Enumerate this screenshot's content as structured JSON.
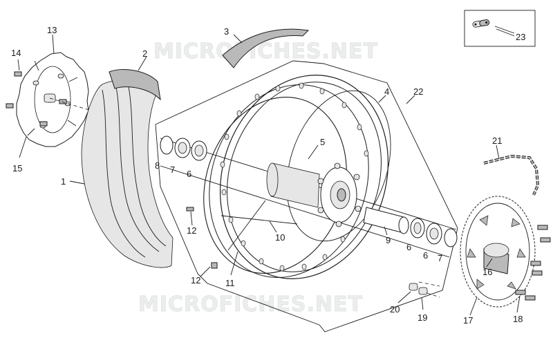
{
  "watermarks": [
    "MICROFICHES.NET",
    "MICROFICHES.NET"
  ],
  "callouts": [
    {
      "id": "c1",
      "text": "1"
    },
    {
      "id": "c2",
      "text": "2"
    },
    {
      "id": "c3",
      "text": "3"
    },
    {
      "id": "c4",
      "text": "4"
    },
    {
      "id": "c5",
      "text": "5"
    },
    {
      "id": "c6a",
      "text": "6"
    },
    {
      "id": "c6b",
      "text": "6"
    },
    {
      "id": "c6c",
      "text": "6"
    },
    {
      "id": "c7a",
      "text": "7"
    },
    {
      "id": "c7b",
      "text": "7"
    },
    {
      "id": "c8",
      "text": "8"
    },
    {
      "id": "c9",
      "text": "9"
    },
    {
      "id": "c10",
      "text": "10"
    },
    {
      "id": "c11",
      "text": "11"
    },
    {
      "id": "c12a",
      "text": "12"
    },
    {
      "id": "c12b",
      "text": "12"
    },
    {
      "id": "c13",
      "text": "13"
    },
    {
      "id": "c14",
      "text": "14"
    },
    {
      "id": "c15",
      "text": "15"
    },
    {
      "id": "c16",
      "text": "16"
    },
    {
      "id": "c17",
      "text": "17"
    },
    {
      "id": "c18",
      "text": "18"
    },
    {
      "id": "c19",
      "text": "19"
    },
    {
      "id": "c20",
      "text": "20"
    },
    {
      "id": "c21",
      "text": "21"
    },
    {
      "id": "c22",
      "text": "22"
    },
    {
      "id": "c23",
      "text": "23"
    }
  ]
}
